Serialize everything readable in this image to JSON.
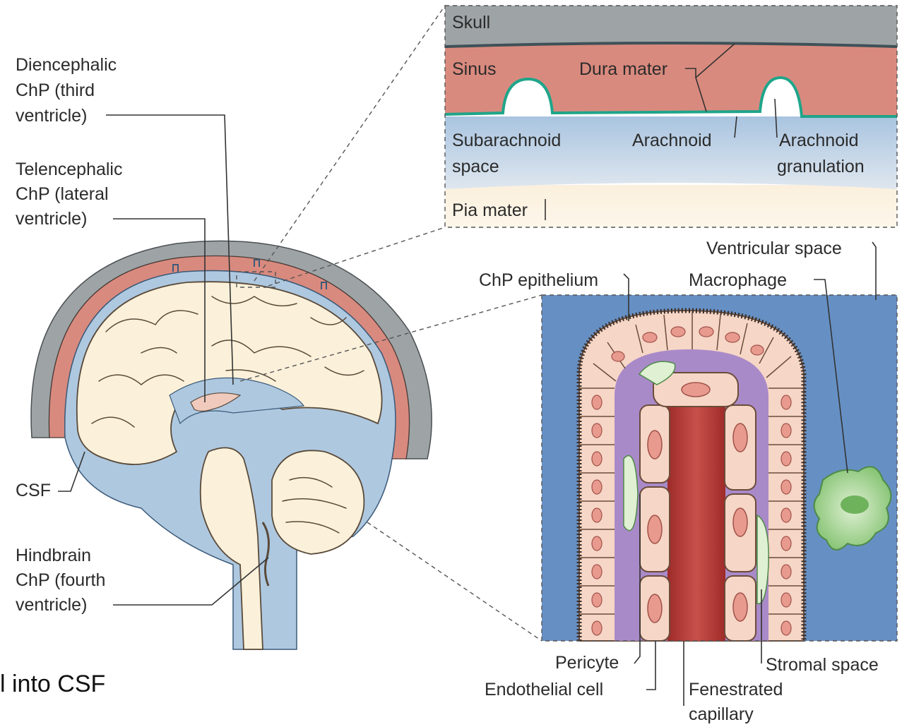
{
  "labels": {
    "diencephalic": [
      "Diencephalic",
      "ChP (third",
      "ventricle)"
    ],
    "telencephalic": [
      "Telencephalic",
      "ChP (lateral",
      "ventricle)"
    ],
    "csf": "CSF",
    "hindbrain": [
      "Hindbrain",
      "ChP (fourth",
      "ventricle)"
    ],
    "caption_fragment": "l into CSF",
    "skull": "Skull",
    "sinus": "Sinus",
    "dura_mater": "Dura mater",
    "subarachnoid_space": [
      "Subarachnoid",
      "space"
    ],
    "arachnoid": "Arachnoid",
    "arachnoid_granulation": [
      "Arachnoid",
      "granulation"
    ],
    "pia_mater": "Pia mater",
    "ventricular_space": "Ventricular space",
    "chp_epithelium": "ChP epithelium",
    "macrophage": "Macrophage",
    "pericyte": "Pericyte",
    "endothelial_cell": "Endothelial cell",
    "fenestrated_capillary": [
      "Fenestrated",
      "capillary"
    ],
    "stromal_space": "Stromal space"
  },
  "colors": {
    "skull": "#9ea4a6",
    "sinus": "#d98a7e",
    "csf": "#aec8e0",
    "brain": "#fbf1da",
    "ventricle_bg": "#6690c4",
    "stroma": "#a98ac9",
    "epithelium_cell": "#f6d6c6",
    "capillary": "#b63a36",
    "macrophage": "#8fca7c"
  }
}
